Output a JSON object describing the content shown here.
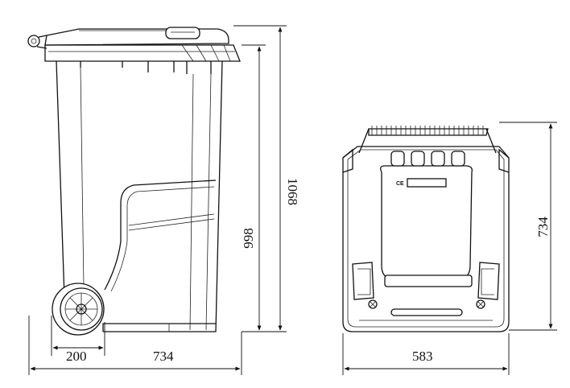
{
  "dimensions": {
    "wheel_offset": "200",
    "side_depth": "734",
    "body_height": "998",
    "total_height": "1068",
    "rear_width": "583",
    "rear_height": "734"
  },
  "mark": "CE"
}
